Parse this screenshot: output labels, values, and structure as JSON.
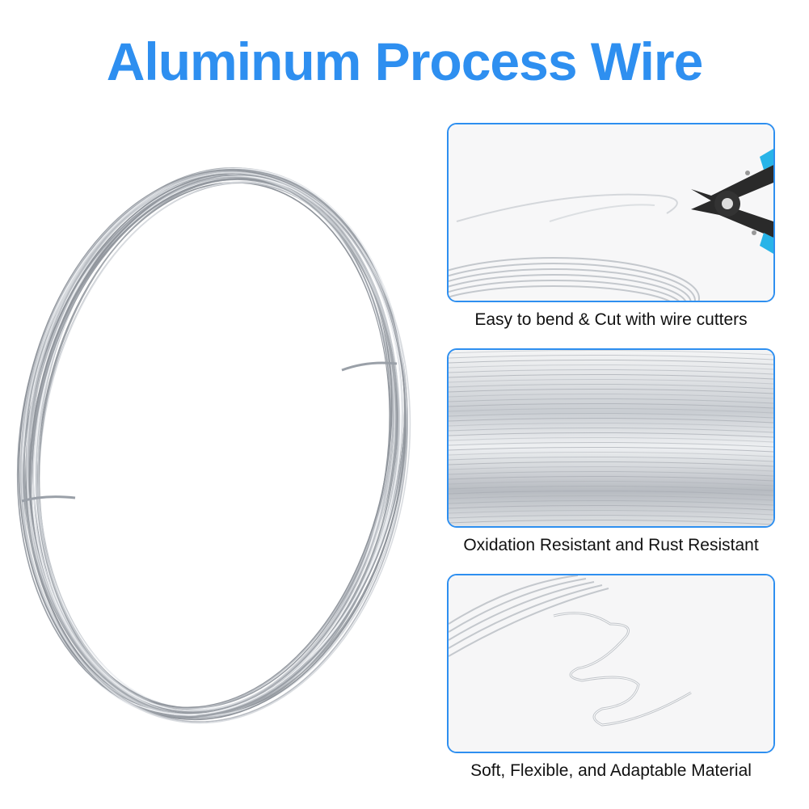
{
  "title": "Aluminum Process Wire",
  "colors": {
    "title": "#2e8ff0",
    "panel_border": "#2e8ff0",
    "wire": "#b8bcc2",
    "wire_highlight": "#eef0f3",
    "cutter_handle": "#28b4e8",
    "cutter_metal": "#2a2a2a"
  },
  "features": [
    {
      "image": "wire-cutter-closeup",
      "caption": "Easy to bend & Cut with wire cutters"
    },
    {
      "image": "wire-coil-closeup",
      "caption": "Oxidation Resistant and Rust Resistant"
    },
    {
      "image": "bent-wire-closeup",
      "caption": "Soft, Flexible, and Adaptable Material"
    }
  ]
}
